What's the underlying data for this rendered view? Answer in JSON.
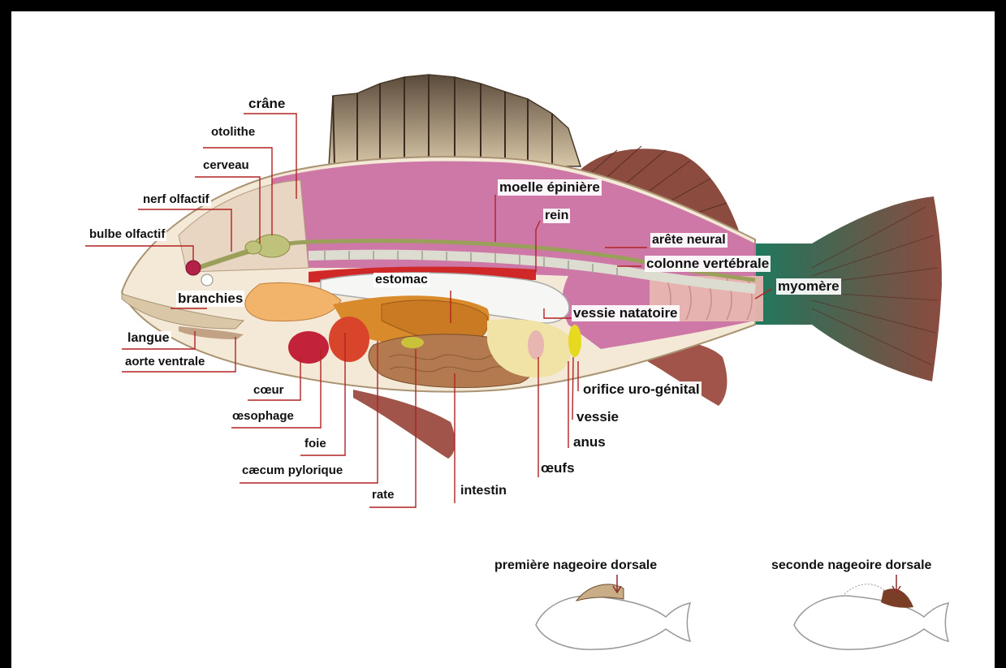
{
  "labels": {
    "crane": "crâne",
    "otolithe": "otolithe",
    "cerveau": "cerveau",
    "nerf_olfactif": "nerf olfactif",
    "bulbe_olfactif": "bulbe olfactif",
    "branchies": "branchies",
    "langue": "langue",
    "aorte_ventrale": "aorte ventrale",
    "coeur": "cœur",
    "oesophage": "œsophage",
    "foie": "foie",
    "caecum_pylorique": "cæcum pylorique",
    "rate": "rate",
    "intestin": "intestin",
    "estomac": "estomac",
    "moelle_epiniere": "moelle épinière",
    "rein": "rein",
    "arete_neural": "arête neural",
    "colonne_vertebrale": "colonne vertébrale",
    "myomere": "myomère",
    "vessie_natatoire": "vessie natatoire",
    "orifice_uro_genital": "orifice uro-génital",
    "vessie": "vessie",
    "anus": "anus",
    "oeufs": "œufs"
  },
  "insets": {
    "first_dorsal": "première nageoire dorsale",
    "second_dorsal": "seconde nageoire dorsale"
  },
  "colors": {
    "leader_line": "#b22222",
    "muscle": "#c5649f",
    "fin": "#8b4b3f",
    "spinal_cord": "#9aa05a",
    "tail_band": "#1f7a5e",
    "frame": "#000000"
  }
}
